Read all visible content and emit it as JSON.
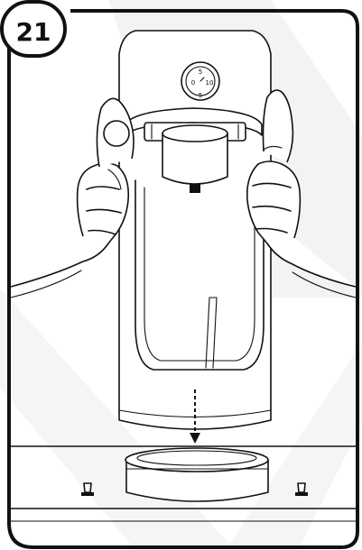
{
  "step": {
    "number": "21"
  },
  "dial": {
    "labels": [
      "0",
      "5",
      "10",
      "5"
    ]
  },
  "colors": {
    "line": "#111111",
    "background": "#ffffff",
    "watermark": "#f2f2f2"
  },
  "icons": {
    "badge": "step-number-badge",
    "arrow": "downward-arrow-icon",
    "feet": "machine-foot-icon"
  }
}
